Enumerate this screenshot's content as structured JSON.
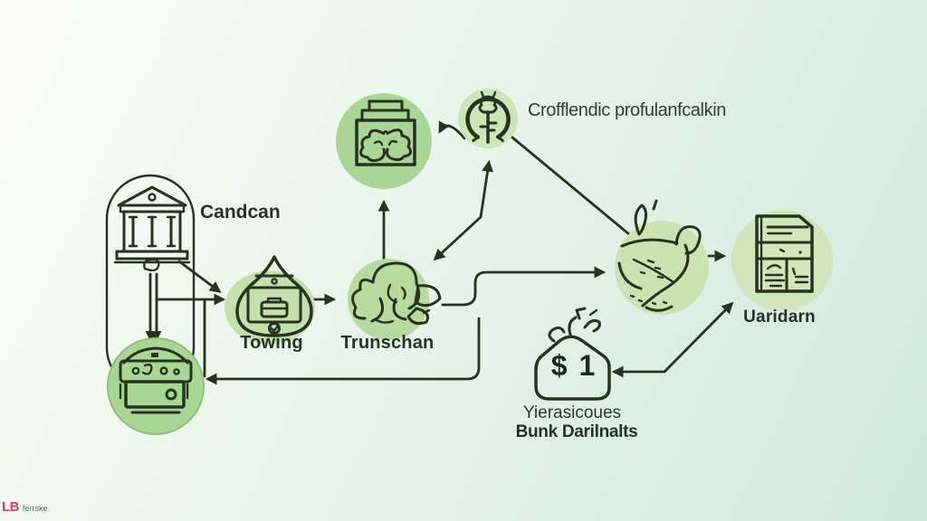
{
  "theme": {
    "ink": "#25331f",
    "bg-start": "#fcfcf7",
    "bg-mid": "#e9f5ec",
    "bg-end": "#cdeadd",
    "node-strong": "#a9d694",
    "node-light": "#cbe6b8",
    "node-mid": "#b7db9e",
    "halo": "#c4e1ad",
    "blob-fill": "#e4f0d7",
    "icon-fill": "#cfe7ba",
    "label-color": "#26312a",
    "watermark-pink": "#e43a6d"
  },
  "diagram": {
    "nodes": {
      "bank": {
        "label": "Candcan",
        "icon": "bank-icon"
      },
      "archive": {
        "icon": "folder-brain-icon"
      },
      "key": {
        "label": "Crofflendic profulanfcalkin",
        "icon": "key-icon"
      },
      "towing": {
        "label": "Towing",
        "icon": "briefcase-drop-icon"
      },
      "trunschan": {
        "label": "Trunschan",
        "icon": "flower-icon"
      },
      "hand": {
        "icon": "hand-sketch-icon"
      },
      "cabinet": {
        "label": "Uaridarn",
        "icon": "cabinet-icon"
      },
      "register": {
        "icon": "cash-register-icon"
      },
      "money_bag": {
        "value": "$ 1",
        "caption_line1": "Yierasicoues",
        "caption_line2": "Bunk Darilnalts",
        "icon": "money-bag-icon"
      }
    }
  },
  "watermark": {
    "logo": "LB",
    "note": "ferrske"
  }
}
